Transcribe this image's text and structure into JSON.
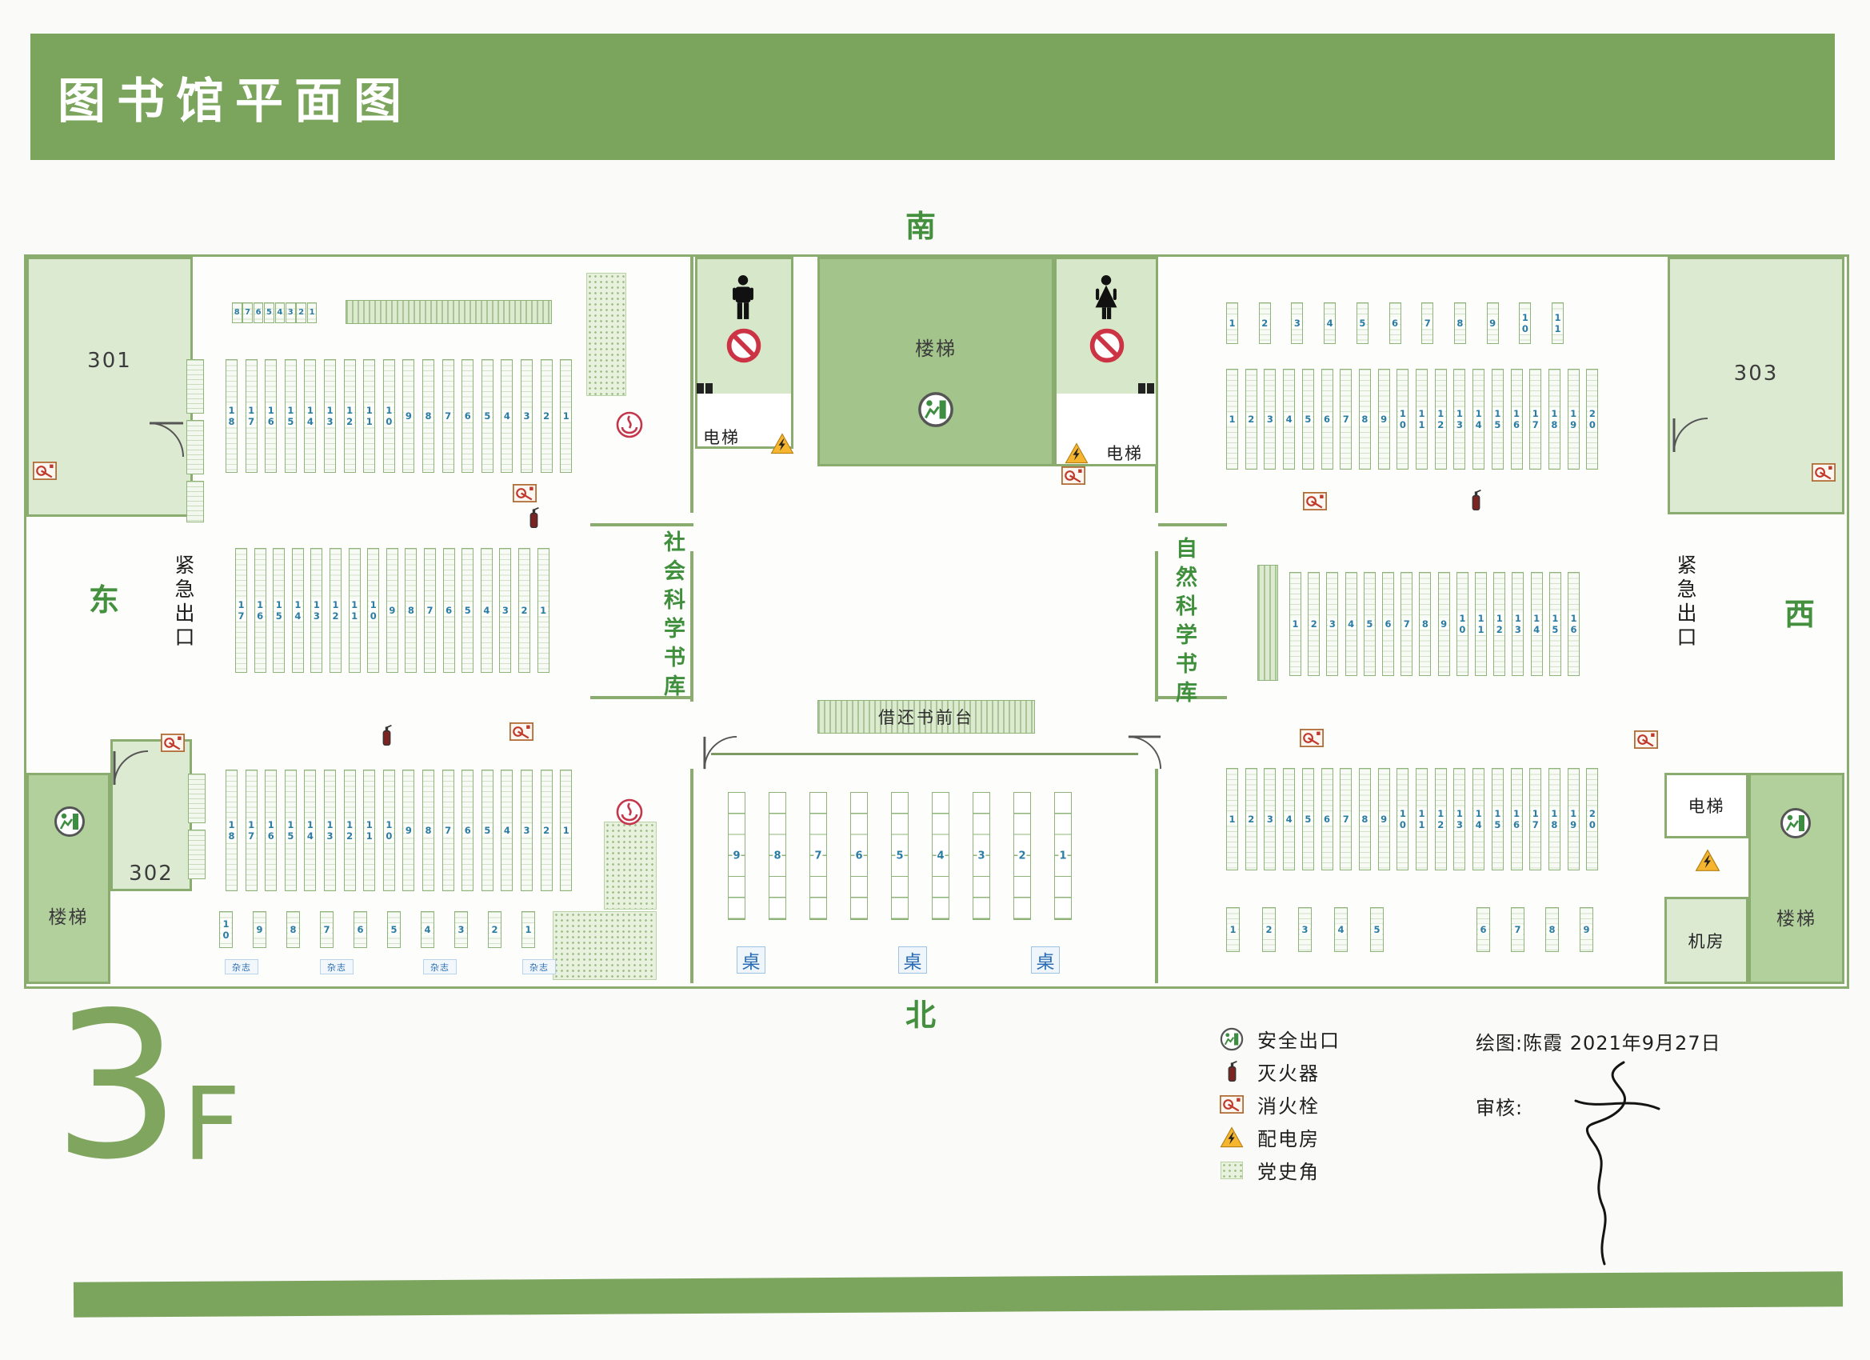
{
  "title": "图书馆平面图",
  "compass": {
    "south": "南",
    "north": "北",
    "east": "东",
    "west": "西"
  },
  "floor": {
    "number": "3",
    "suffix": "F"
  },
  "labels": {
    "room_301": "301",
    "room_302": "302",
    "room_303": "303",
    "stairs": "楼梯",
    "elevator": "电梯",
    "machine_room": "机房",
    "emergency_exit": "紧急出口",
    "social_stacks": "社会科学书库",
    "natural_stacks": "自然科学书库",
    "circulation_desk": "借还书前台",
    "table": "桌",
    "magazine": "杂志"
  },
  "legend": {
    "items": [
      {
        "icon": "exit-icon",
        "label": "安全出口"
      },
      {
        "icon": "fire-extinguisher-icon",
        "label": "灭火器"
      },
      {
        "icon": "fire-hydrant-icon",
        "label": "消火栓"
      },
      {
        "icon": "power-room-icon",
        "label": "配电房"
      },
      {
        "icon": "party-history-corner-swatch",
        "label": "党史角"
      }
    ]
  },
  "credits": {
    "drawn_by": "绘图:陈霞  2021年9月27日",
    "review": "审核:"
  },
  "colors": {
    "banner": "#7ba45d",
    "wall": "#8aad6f",
    "room_light": "#dcead2",
    "stairs_room": "#b2d09c",
    "shelf_number": "#2a7ca3",
    "compass": "#44903f"
  },
  "shelves": {
    "left_top_header": [
      "8",
      "7",
      "6",
      "5",
      "4",
      "3",
      "2",
      "1"
    ],
    "left_top": [
      "18",
      "17",
      "16",
      "15",
      "14",
      "13",
      "12",
      "11",
      "10",
      "9",
      "8",
      "7",
      "6",
      "5",
      "4",
      "3",
      "2",
      "1"
    ],
    "left_mid": [
      "17",
      "16",
      "15",
      "14",
      "13",
      "12",
      "11",
      "10",
      "9",
      "8",
      "7",
      "6",
      "5",
      "4",
      "3",
      "2",
      "1"
    ],
    "left_bottom": [
      "18",
      "17",
      "16",
      "15",
      "14",
      "13",
      "12",
      "11",
      "10",
      "9",
      "8",
      "7",
      "6",
      "5",
      "4",
      "3",
      "2",
      "1"
    ],
    "left_bottom_row": [
      "10",
      "9",
      "8",
      "7",
      "6",
      "5",
      "4",
      "3",
      "2",
      "1"
    ],
    "tables": [
      "9",
      "8",
      "7",
      "6",
      "5",
      "4",
      "3",
      "2",
      "1"
    ],
    "right_top_header": [
      "1",
      "2",
      "3",
      "4",
      "5",
      "6",
      "7",
      "8",
      "9",
      "10",
      "11"
    ],
    "right_top": [
      "1",
      "2",
      "3",
      "4",
      "5",
      "6",
      "7",
      "8",
      "9",
      "10",
      "11",
      "12",
      "13",
      "14",
      "15",
      "16",
      "17",
      "18",
      "19",
      "20"
    ],
    "right_mid": [
      "1",
      "2",
      "3",
      "4",
      "5",
      "6",
      "7",
      "8",
      "9",
      "10",
      "11",
      "12",
      "13",
      "14",
      "15",
      "16"
    ],
    "right_bottom": [
      "1",
      "2",
      "3",
      "4",
      "5",
      "6",
      "7",
      "8",
      "9",
      "10",
      "11",
      "12",
      "13",
      "14",
      "15",
      "16",
      "17",
      "18",
      "19",
      "20"
    ],
    "right_row_a": [
      "1",
      "2",
      "3",
      "4",
      "5"
    ],
    "right_row_b": [
      "6",
      "7",
      "8",
      "9"
    ]
  }
}
